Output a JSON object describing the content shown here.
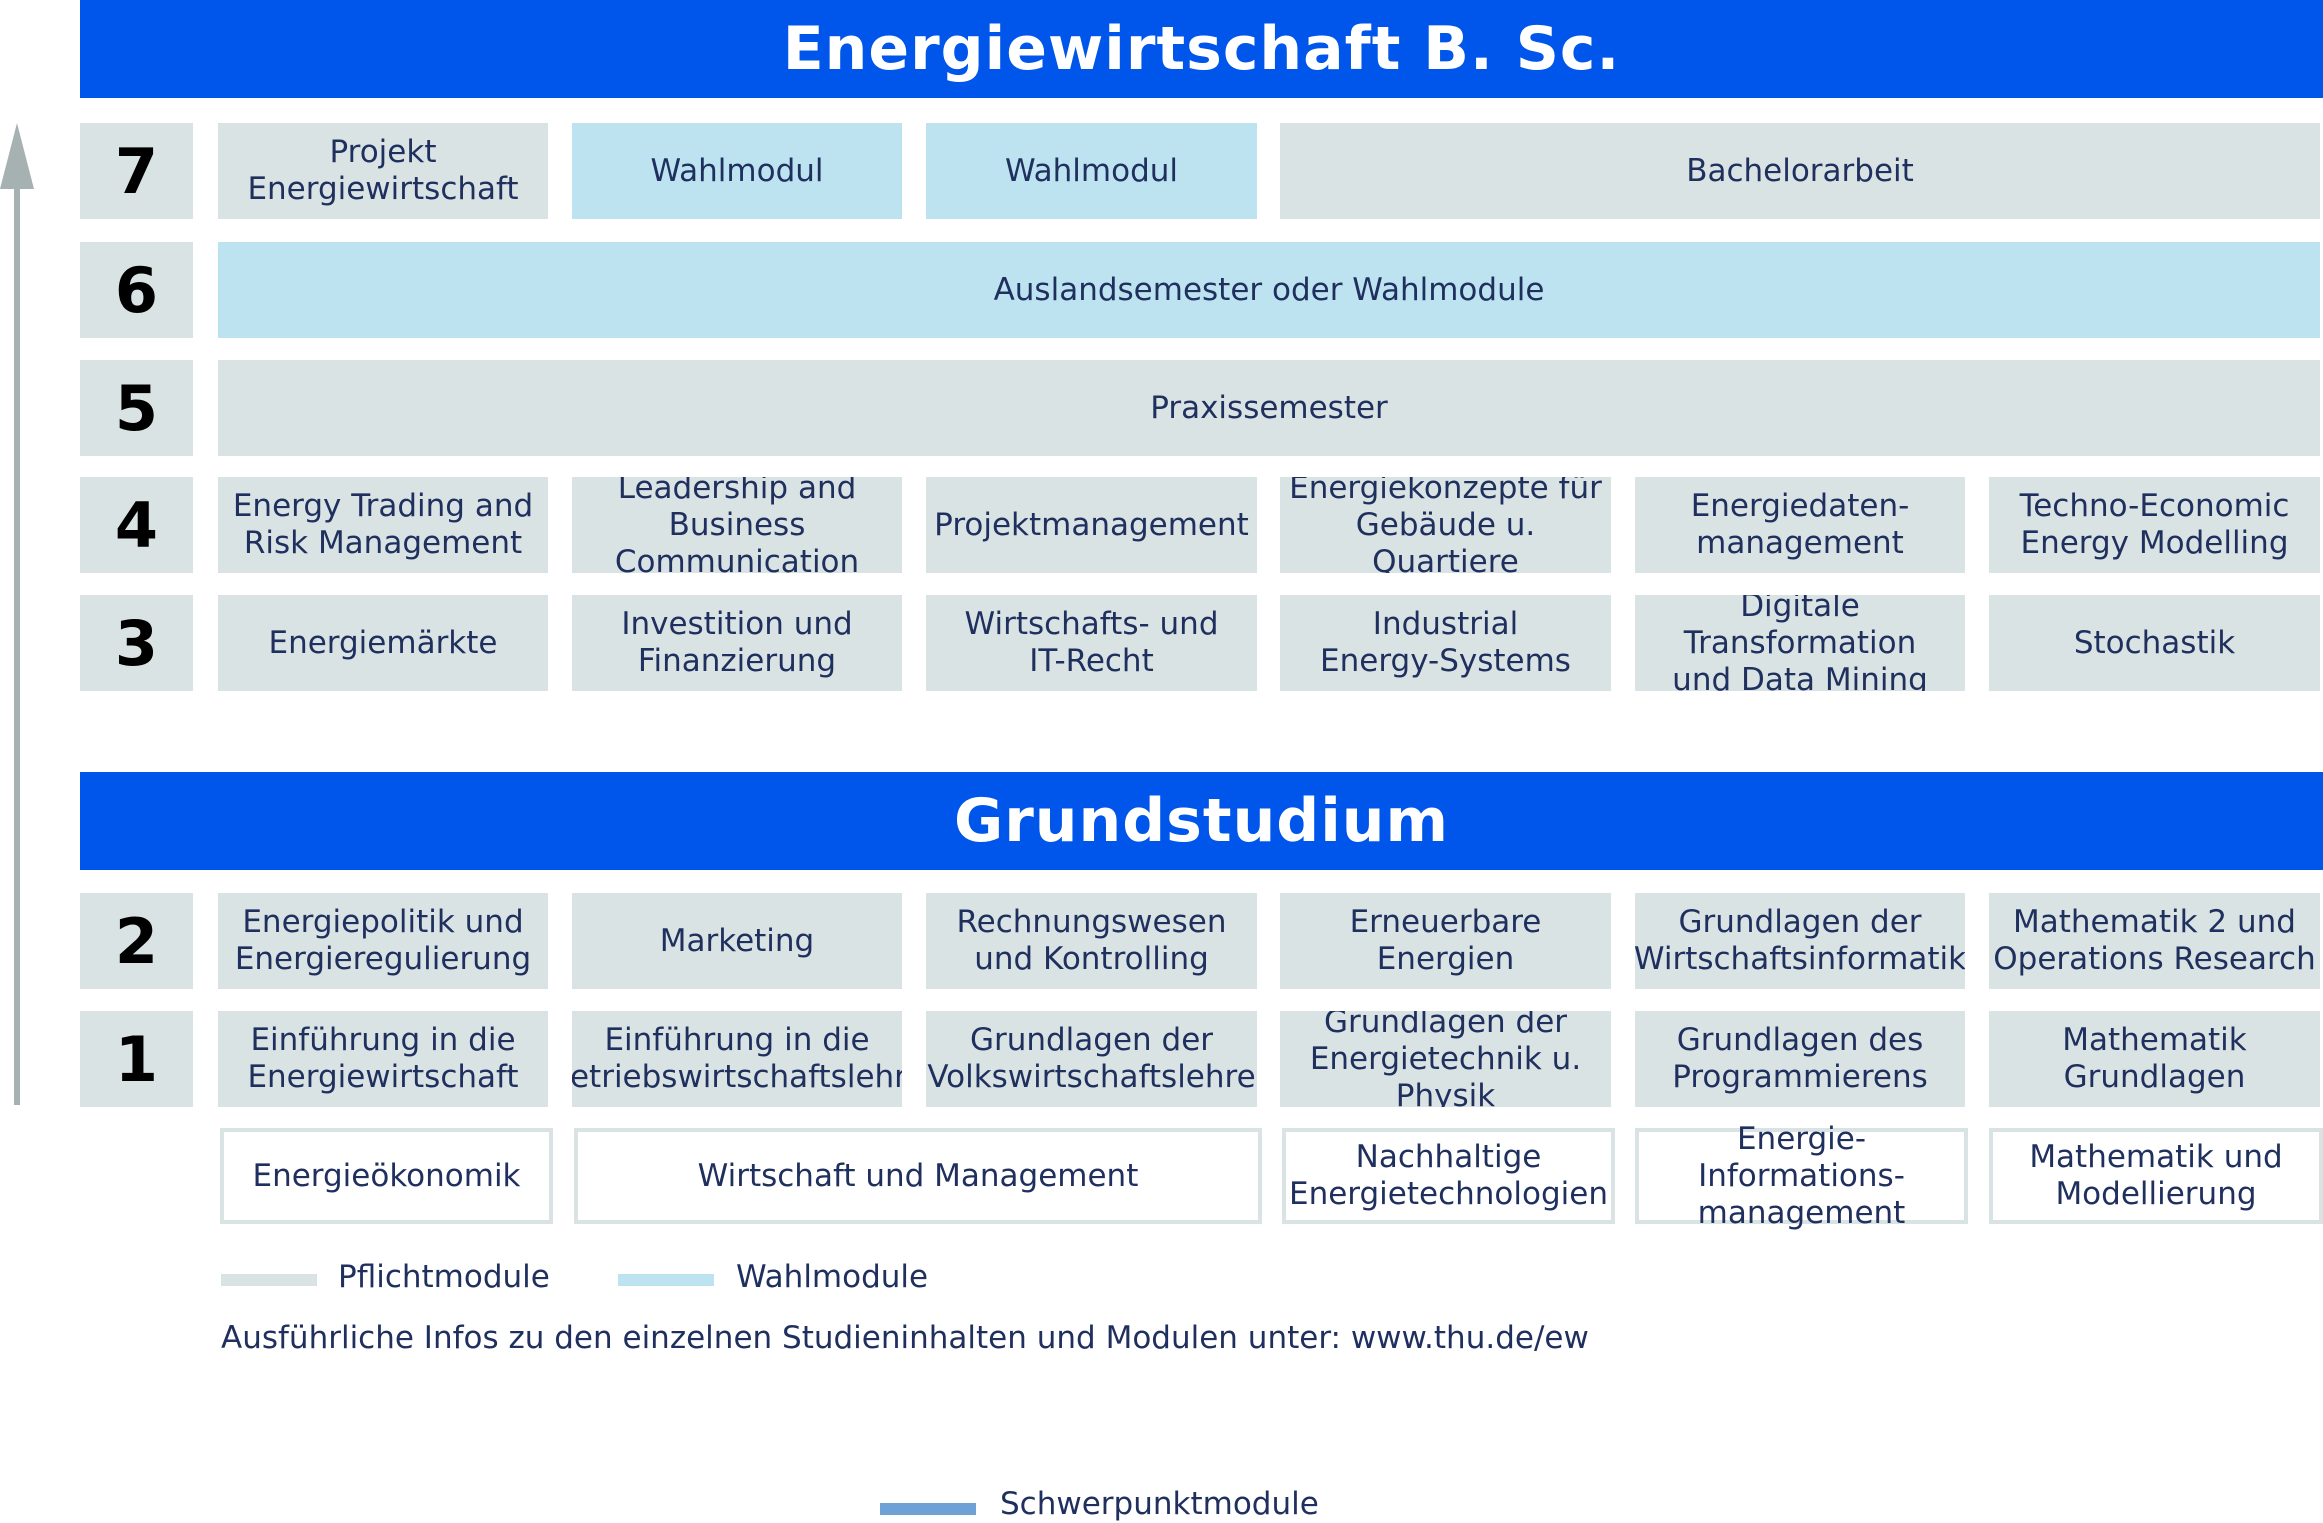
{
  "title": "Energiewirtschaft B. Sc.",
  "grundstudium_title": "Grundstudium",
  "semesters": {
    "s7": "7",
    "s6": "6",
    "s5": "5",
    "s4": "4",
    "s3": "3",
    "s2": "2",
    "s1": "1"
  },
  "rows": {
    "s7": [
      "Projekt\nEnergiewirtschaft",
      "Wahlmodul",
      "Wahlmodul",
      "Bachelorarbeit"
    ],
    "s6": [
      "Auslandsemester oder Wahlmodule"
    ],
    "s5": [
      "Praxissemester"
    ],
    "s4": [
      "Energy Trading and\nRisk Management",
      "Leadership and Business\nCommunication",
      "Projektmanagement",
      "Energiekonzepte für\nGebäude u. Quartiere",
      "Energiedaten-\nmanagement",
      "Techno-Economic\nEnergy Modelling"
    ],
    "s3": [
      "Energiemärkte",
      "Investition und\nFinanzierung",
      "Wirtschafts- und\nIT-Recht",
      "Industrial\nEnergy-Systems",
      "Digitale Transformation\nund Data Mining",
      "Stochastik"
    ],
    "s2": [
      "Energiepolitik und\nEnergieregulierung",
      "Marketing",
      "Rechnungswesen\nund Kontrolling",
      "Erneuerbare\nEnergien",
      "Grundlagen der\nWirtschaftsinformatik",
      "Mathematik 2 und\nOperations Research"
    ],
    "s1": [
      "Einführung in die\nEnergiewirtschaft",
      "Einführung in die\nBetriebswirtschaftslehre",
      "Grundlagen der\nVolkswirtschaftslehre",
      "Grundlagen der\nEnergietechnik u. Physik",
      "Grundlagen des\nProgrammierens",
      "Mathematik\nGrundlagen"
    ]
  },
  "focus_areas": [
    "Energieökonomik",
    "Wirtschaft und Management",
    "Nachhaltige\nEnergietechnologien",
    "Energie-Informations-\nmanagement",
    "Mathematik und\nModellierung"
  ],
  "legend": {
    "pflicht": "Pflichtmodule",
    "wahl": "Wahlmodule",
    "schwerpunkt": "Schwerpunktmodule"
  },
  "info_text": "Ausführliche Infos zu den einzelnen Studieninhalten und Modulen unter: www.thu.de/ew",
  "colors": {
    "banner": "#0055ea",
    "pflicht": "#dae3e3",
    "wahl": "#bde3f0",
    "schwerpunkt": "#6ea1d6",
    "text": "#1f2f5e"
  }
}
